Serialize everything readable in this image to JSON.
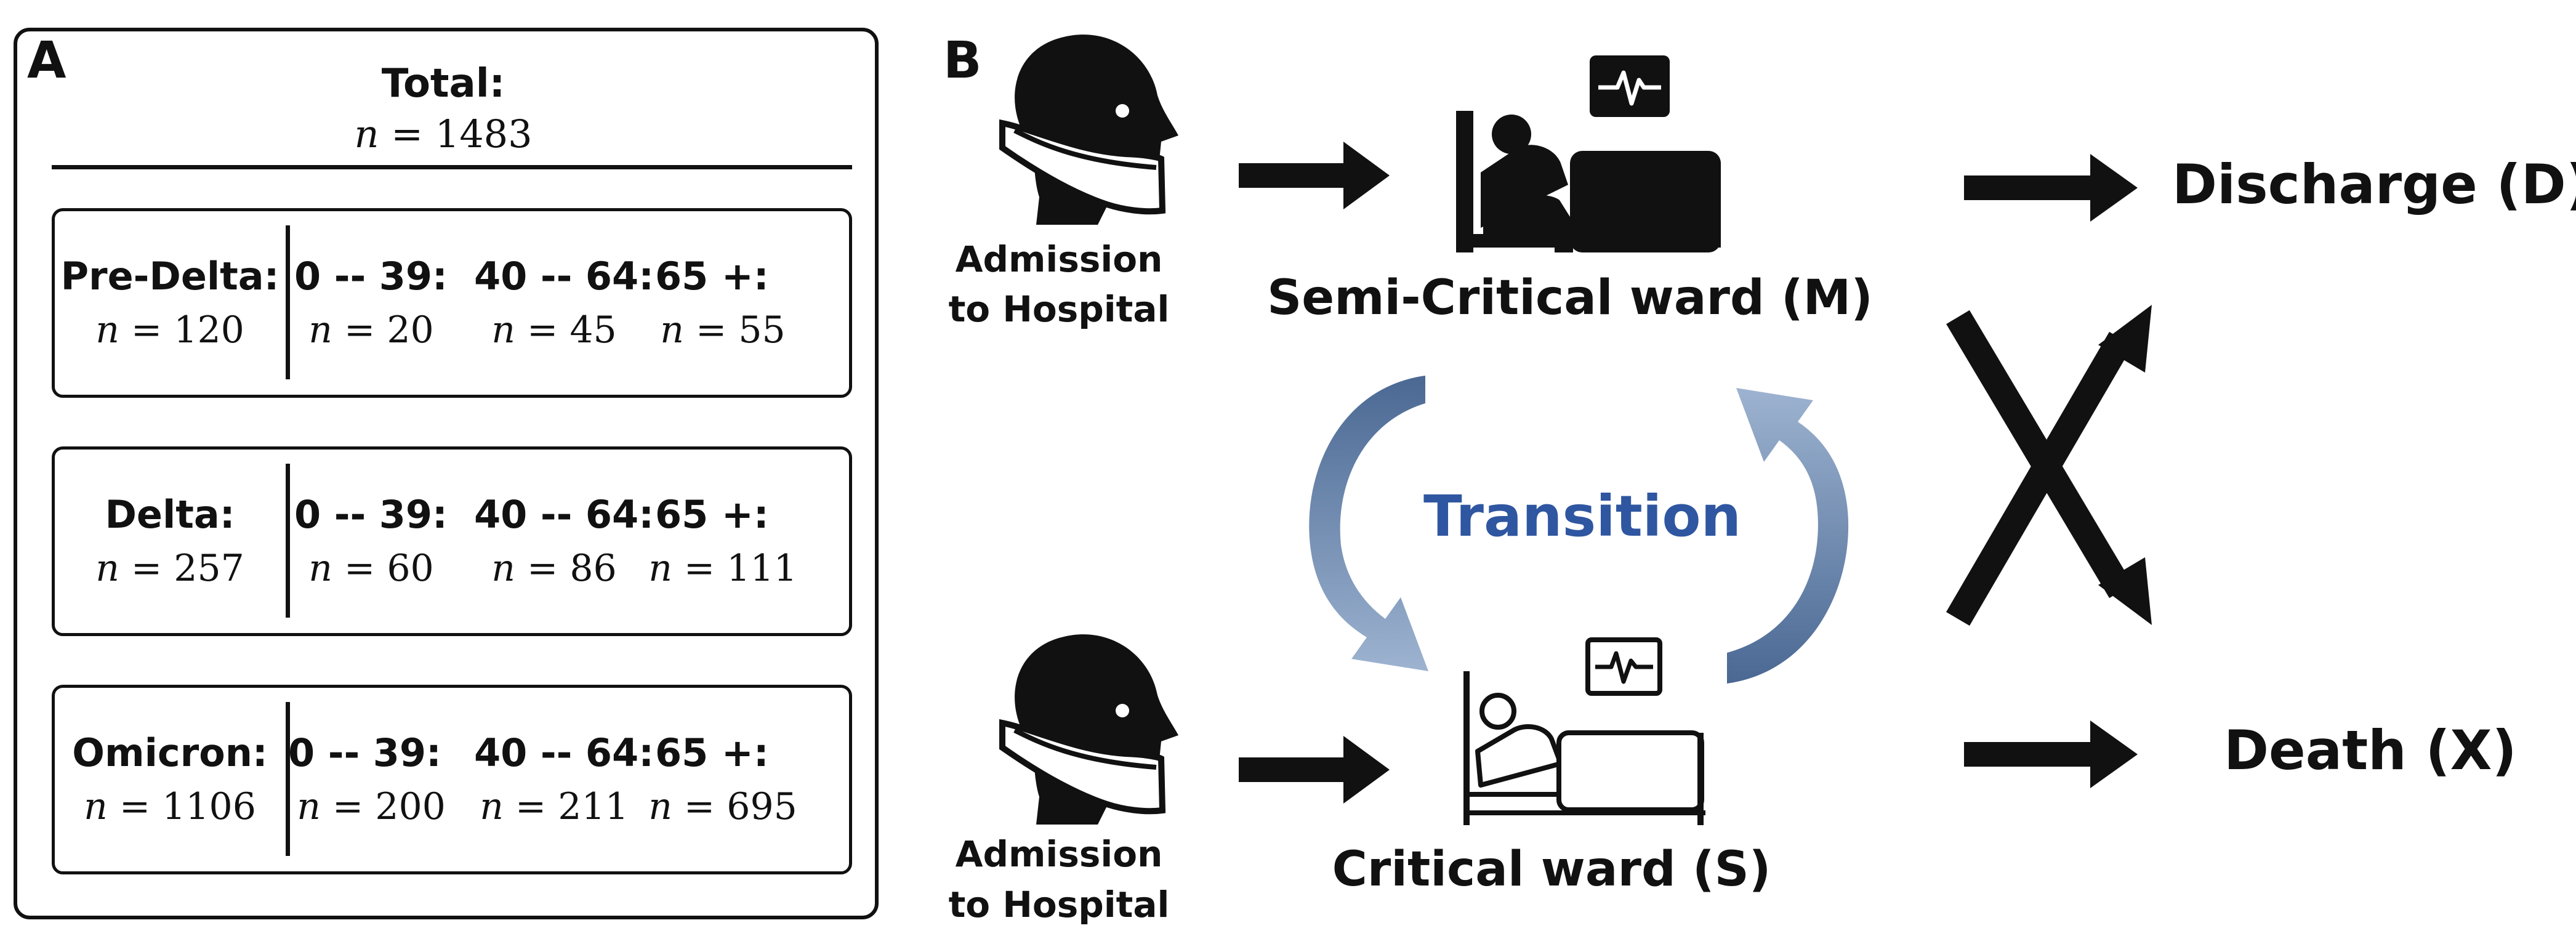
{
  "panel_a": {
    "letter": "A",
    "total": {
      "label": "Total:",
      "n": "1483"
    },
    "age_headers": [
      "0 -- 39:",
      "40 -- 64:",
      "65 +:"
    ],
    "periods": [
      {
        "label": "Pre-Delta:",
        "n": "120",
        "ages": [
          "20",
          "45",
          "55"
        ]
      },
      {
        "label": "Delta:",
        "n": "257",
        "ages": [
          "60",
          "86",
          "111"
        ]
      },
      {
        "label": "Omicron:",
        "n": "1106",
        "ages": [
          "200",
          "211",
          "695"
        ]
      }
    ],
    "n_symbol": "n",
    "equals": " = "
  },
  "panel_b": {
    "letter": "B",
    "admission_top": [
      "Admission",
      "to Hospital"
    ],
    "admission_bottom": [
      "Admission",
      "to Hospital"
    ],
    "semi_critical": "Semi-Critical ward (M)",
    "critical": "Critical ward (S)",
    "transition": "Transition",
    "discharge": "Discharge (D)",
    "death": "Death (X)"
  },
  "colors": {
    "ink": "#111111",
    "transition_text": "#2f56a0",
    "transition_arrow_dark": "#4a6893",
    "transition_arrow_light": "#8ea8c8"
  },
  "icons": [
    "masked-person-icon",
    "hospital-bed-icon",
    "heart-monitor-icon"
  ]
}
